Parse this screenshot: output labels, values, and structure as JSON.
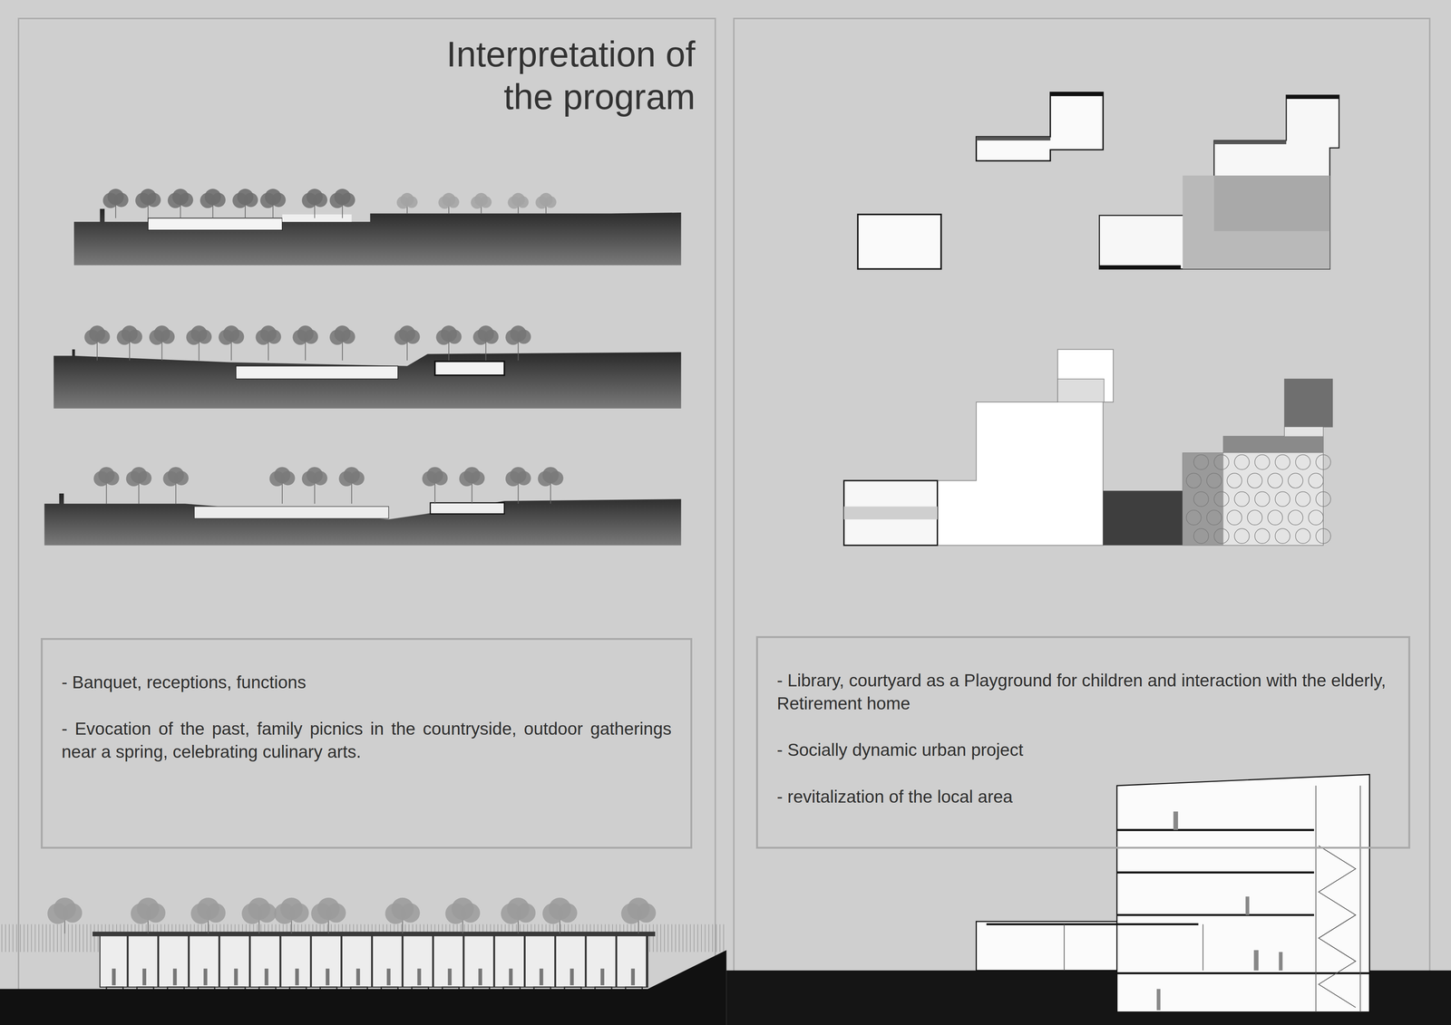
{
  "diagram": {
    "title": "Interpretation of the program",
    "nodes": [
      {
        "text": [
          "- Banquet, receptions, functions",
          "- Evocation of the past, family picnics in the countryside, outdoor gatherings near a spring, celebrating culinary arts."
        ]
      },
      {
        "text": [
          "- Library, courtyard as a Playground for children and interaction with the elderly, Retirement home",
          "- Socially dynamic urban project",
          "- revitalization of the local area"
        ]
      }
    ]
  }
}
